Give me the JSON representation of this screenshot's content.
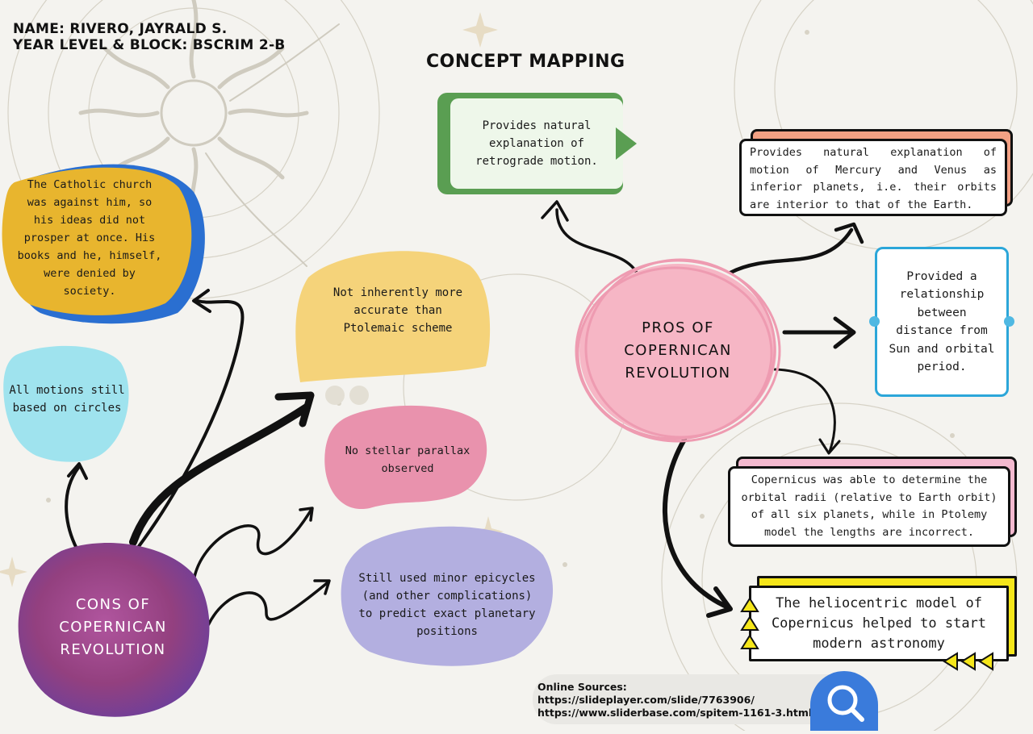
{
  "header": {
    "name": "NAME: RIVERO, JAYRALD S.",
    "year": "YEAR LEVEL & BLOCK: BSCRIM 2-B"
  },
  "title": "CONCEPT MAPPING",
  "pros": {
    "center": "PROS OF COPERNICAN REVOLUTION",
    "items": [
      "Provides natural explanation of retrograde motion.",
      "Provides natural explanation of motion of Mercury and Venus as inferior planets, i.e. their orbits are interior to that of the Earth.",
      "Provided a relationship between distance from Sun and orbital period.",
      "Copernicus was able to determine the orbital radii (relative to Earth orbit) of all six planets, while in Ptolemy model the lengths are incorrect.",
      "The heliocentric model of Copernicus helped to start modern astronomy"
    ]
  },
  "cons": {
    "center": "CONS OF COPERNICAN REVOLUTION",
    "items": [
      "The Catholic church was against him, so his ideas did not prosper at once. His books and he, himself, were denied by society.",
      "All motions still based on circles",
      "Not inherently more accurate than Ptolemaic scheme",
      "No stellar parallax observed",
      "Still used minor epicycles (and other complications) to predict exact planetary positions"
    ]
  },
  "sources": {
    "label": "Online Sources:",
    "links": [
      "https://slideplayer.com/slide/7763906/",
      "https://www.sliderbase.com/spitem-1161-3.html"
    ]
  },
  "icons": {
    "search": "search-icon"
  },
  "colors": {
    "green": "#5a9e52",
    "salmon": "#f2a184",
    "blue": "#2ba6d9",
    "pink": "#f3b9cf",
    "yellow": "#f5e61a",
    "pros_circle": "#f6b6c5",
    "cons_circle": "#9c3d8a",
    "church_blob": "#e8b52e",
    "church_blob_back": "#2a6fd1",
    "circles_blob": "#9fe3ee",
    "ptolemaic_blob": "#f5d37a",
    "parallax_blob": "#e992ad",
    "epicycles_blob": "#b3afe0",
    "search_button": "#3a7bdb"
  }
}
